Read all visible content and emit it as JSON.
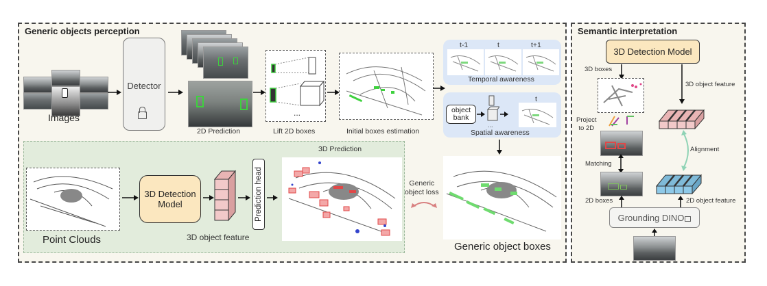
{
  "panels": {
    "left_title": "Generic objects perception",
    "right_title": "Semantic interpretation"
  },
  "top_row": {
    "images_label": "Images",
    "detector_label": "Detector",
    "prediction_2d_label": "2D Prediction",
    "lift_label": "Lift 2D boxes",
    "lift_ellipsis": "...",
    "initial_label": "Initial boxes estimation"
  },
  "temporal": {
    "frames": [
      "t-1",
      "t",
      "t+1"
    ],
    "label": "Temporal awareness"
  },
  "spatial": {
    "object_bank": [
      "object",
      "bank"
    ],
    "frame": "t",
    "ellipsis": "...",
    "label": "Spatial awareness"
  },
  "bottom_row": {
    "point_clouds_label": "Point Clouds",
    "model_label": [
      "3D Detection",
      "Model"
    ],
    "feature_label": "3D object feature",
    "prediction_head_label": "Prediction head",
    "prediction_3d_label": "3D Prediction",
    "loss_label": [
      "Generic",
      "object loss"
    ],
    "generic_boxes_label": "Generic object boxes"
  },
  "semantic": {
    "model_label": "3D Detection Model",
    "boxes_3d_label": "3D boxes",
    "feature_3d_label": "3D object feature",
    "project_label": [
      "Project",
      "to 2D"
    ],
    "matching_label": "Matching",
    "alignment_label": "Alignment",
    "boxes_2d_label": "2D boxes",
    "feature_2d_label": "2D object feature",
    "grounding_label": "Grounding DINO"
  },
  "colors": {
    "model_fill": "#fbe7bf",
    "temporal_fill": "#dce7f7",
    "bottom_fill": "#e2ecdc",
    "feature_3d": "#f2c9c9",
    "feature_2d": "#8ec9e8",
    "alignment_arrow": "#8fd3b5",
    "green_box": "#3ed13e",
    "red_box": "#e04848"
  }
}
